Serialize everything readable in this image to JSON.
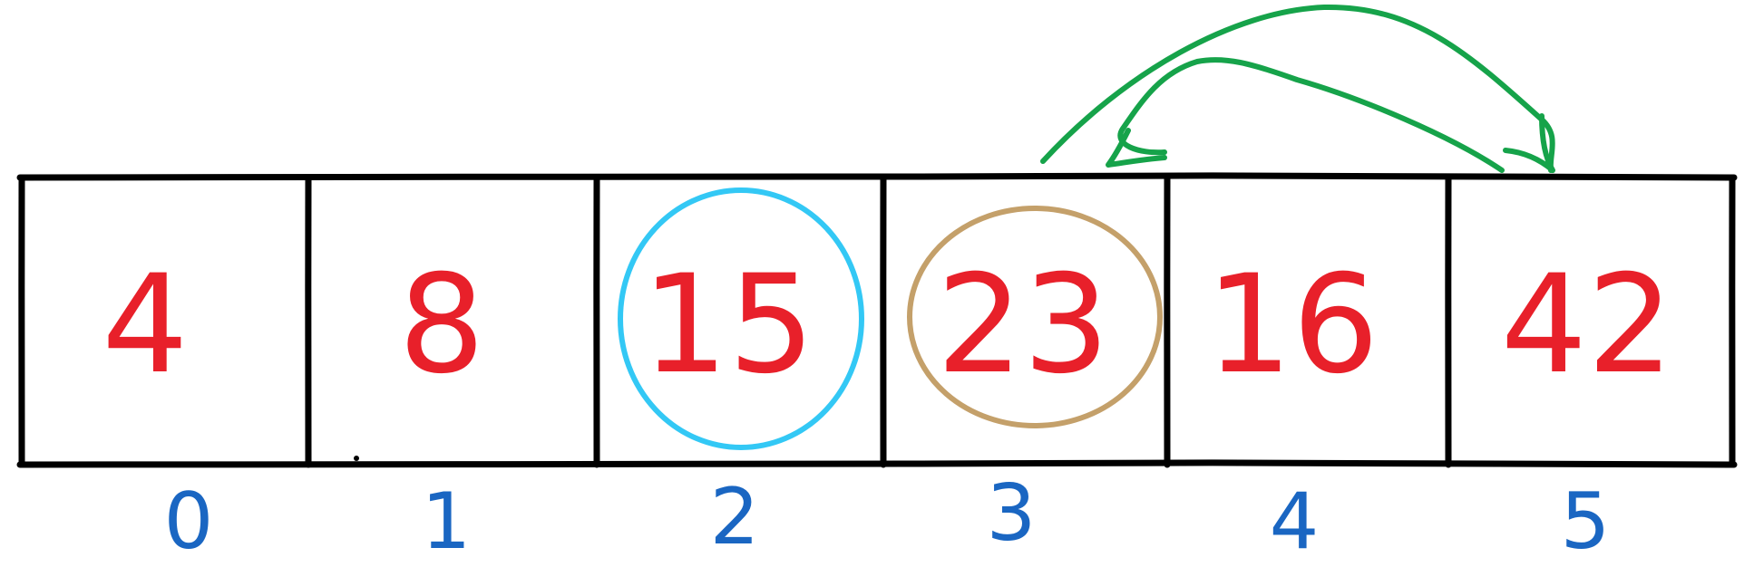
{
  "array": {
    "cells": [
      {
        "index": "0",
        "value": "4"
      },
      {
        "index": "1",
        "value": "8"
      },
      {
        "index": "2",
        "value": "15"
      },
      {
        "index": "3",
        "value": "23"
      },
      {
        "index": "4",
        "value": "16"
      },
      {
        "index": "5",
        "value": "42"
      }
    ]
  },
  "highlights": [
    {
      "cell_index": 2,
      "color": "#33c8f5"
    },
    {
      "cell_index": 3,
      "color": "#c4a06a"
    }
  ],
  "arrows": [
    {
      "from_cell": 3,
      "to_cell": 5,
      "color": "#16a34a"
    },
    {
      "from_cell": 5,
      "to_cell": 3,
      "color": "#16a34a"
    }
  ],
  "colors": {
    "grid": "#000000",
    "values": "#e8202a",
    "indices": "#1a66c2"
  }
}
